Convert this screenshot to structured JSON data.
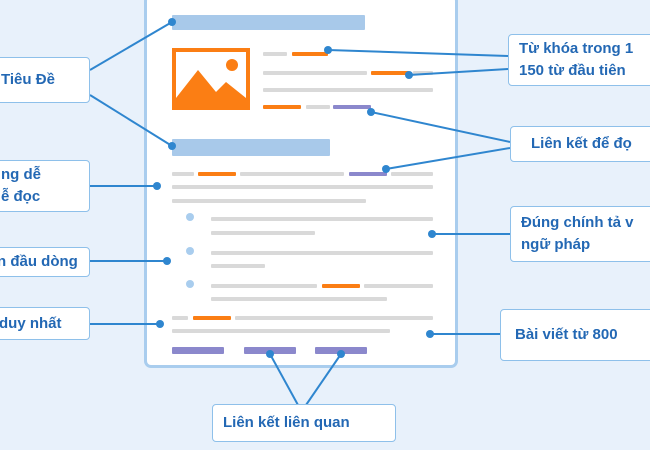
{
  "colors": {
    "background": "#e8f1fb",
    "accent_orange": "#fb7e14",
    "link_purple": "#8b88cc",
    "heading_blue": "#a8c9ea",
    "label_text": "#2368b4",
    "connector": "#2f86cf"
  },
  "labels": {
    "title": "Tiêu Đề",
    "readable_line1": "ng dễ",
    "readable_line2": "ễ đọc",
    "bullets": "n đầu dòng",
    "unique": "duy nhất",
    "keyword_line1": "Từ khóa trong 1",
    "keyword_line2": "150 từ đầu tiên",
    "links_read": "Liên kết để đọ",
    "spelling_line1": "Đúng chính tả v",
    "spelling_line2": "ngữ pháp",
    "length": "Bài viết từ 800",
    "related_links": "Liên kết liên quan"
  },
  "icons": {
    "article_image": "image-icon"
  }
}
